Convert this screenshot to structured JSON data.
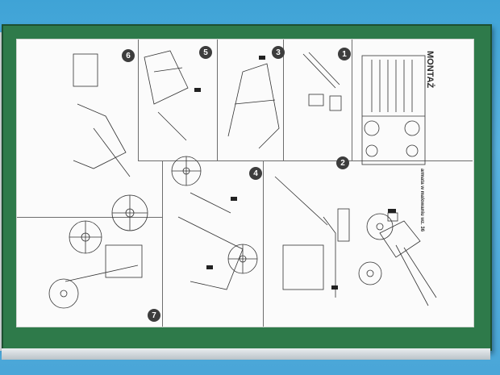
{
  "sheet": {
    "title": "MONTAŻ",
    "subtitle": "armata w malowaniu wz. 36",
    "steps": [
      "1",
      "2",
      "3",
      "4",
      "5",
      "6",
      "7"
    ],
    "colors": {
      "background": "#4aa6d8",
      "box_border": "#2e7a4a",
      "paper": "#fbfbfb"
    }
  }
}
